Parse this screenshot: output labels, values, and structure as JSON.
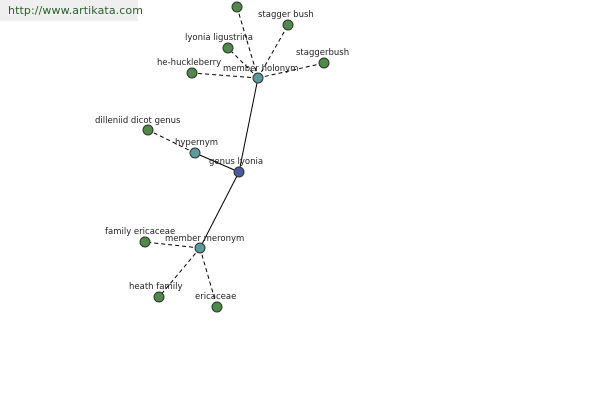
{
  "watermark": "http://www.artikata.com",
  "colors": {
    "leaf_node": "#4f8a48",
    "relation_node": "#5d9a9b",
    "center_node": "#4a5a9c",
    "edge": "#000000"
  },
  "nodes": {
    "center": "genus lyonia",
    "hypernym": "hypernym",
    "member_holonym": "member holonym",
    "member_meronym": "member meronym",
    "dilleniid_dicot_genus": "dilleniid dicot genus",
    "stagger_bush": "stagger bush",
    "lyonia_ligustrina": "lyonia ligustrina",
    "he_huckleberry": "he-huckleberry",
    "staggerbush": "staggerbush",
    "family_ericaceae": "family ericaceae",
    "heath_family": "heath family",
    "ericaceae": "ericaceae"
  }
}
